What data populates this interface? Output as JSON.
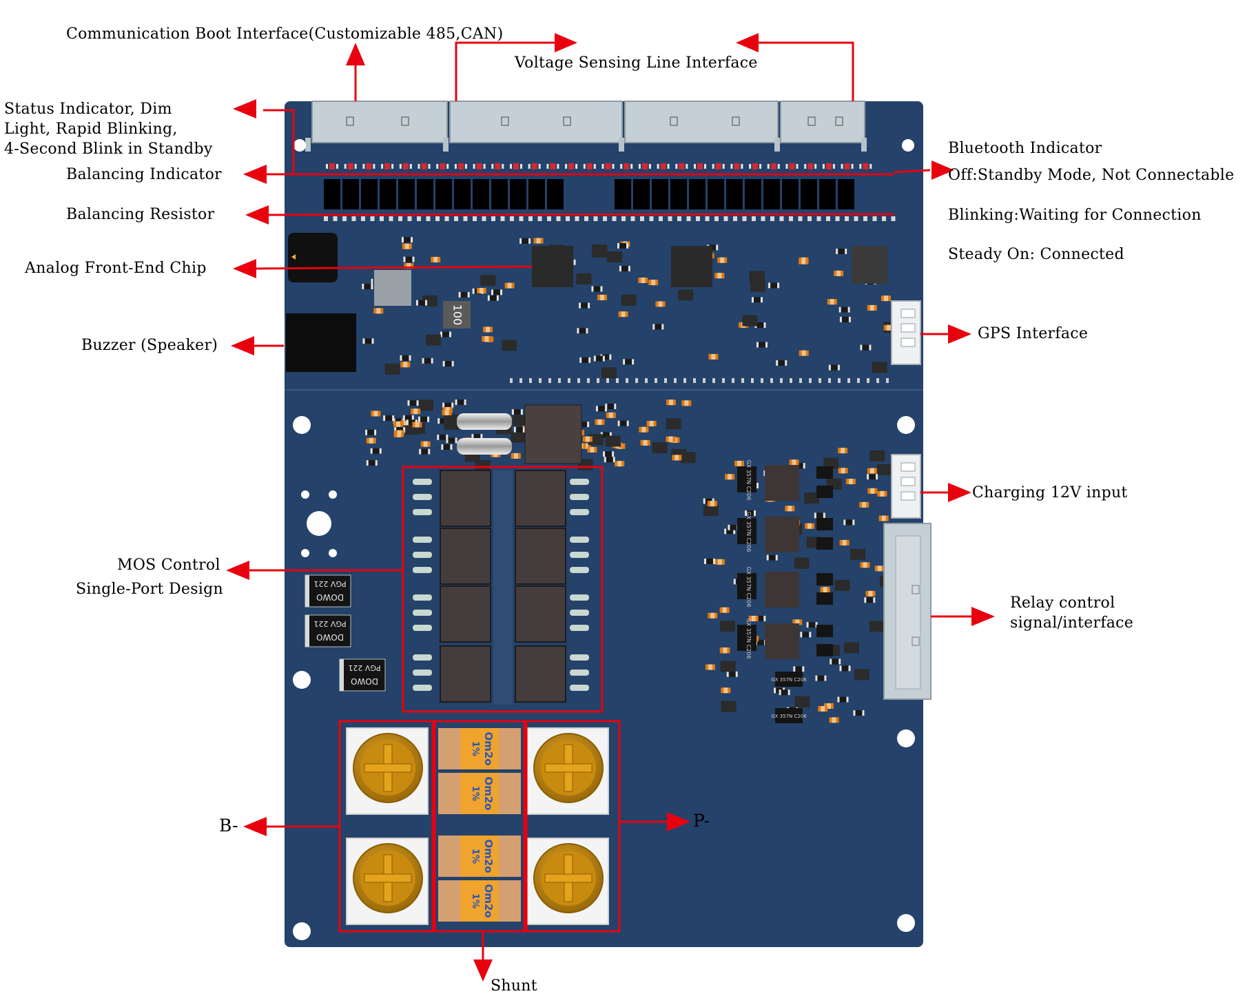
{
  "labels": {
    "comm_boot": "Communication Boot Interface(Customizable 485,CAN)",
    "voltage_sensing": "Voltage Sensing Line Interface",
    "status_indicator": [
      "Status Indicator, Dim",
      "Light, Rapid Blinking,",
      "4-Second Blink in Standby"
    ],
    "balancing_indicator": "Balancing Indicator",
    "balancing_resistor": "Balancing Resistor",
    "afe_chip": "Analog Front-End Chip",
    "buzzer": "Buzzer (Speaker)",
    "mos_control": [
      "MOS Control",
      "Single-Port Design"
    ],
    "bluetooth": [
      "Bluetooth Indicator",
      "Off:Standby Mode, Not Connectable",
      "Blinking:Waiting for Connection",
      "Steady On: Connected"
    ],
    "gps": "GPS Interface",
    "charging": "Charging 12V input",
    "relay": [
      "Relay control",
      "signal/interface"
    ],
    "b_minus": "B-",
    "p_minus": "P-",
    "shunt": "Shunt"
  },
  "board_text": {
    "inductor": "100",
    "diode_mark": [
      "PGV 221",
      "DOWO"
    ],
    "ic_mark": [
      "GX",
      "357N",
      "C206"
    ],
    "shunt_mark": [
      "Om2o",
      "1%"
    ]
  },
  "colors": {
    "pcb": "#24426a",
    "callout": "#e8000f",
    "connector": "#c5cfd6",
    "terminal": "#c98a10"
  }
}
